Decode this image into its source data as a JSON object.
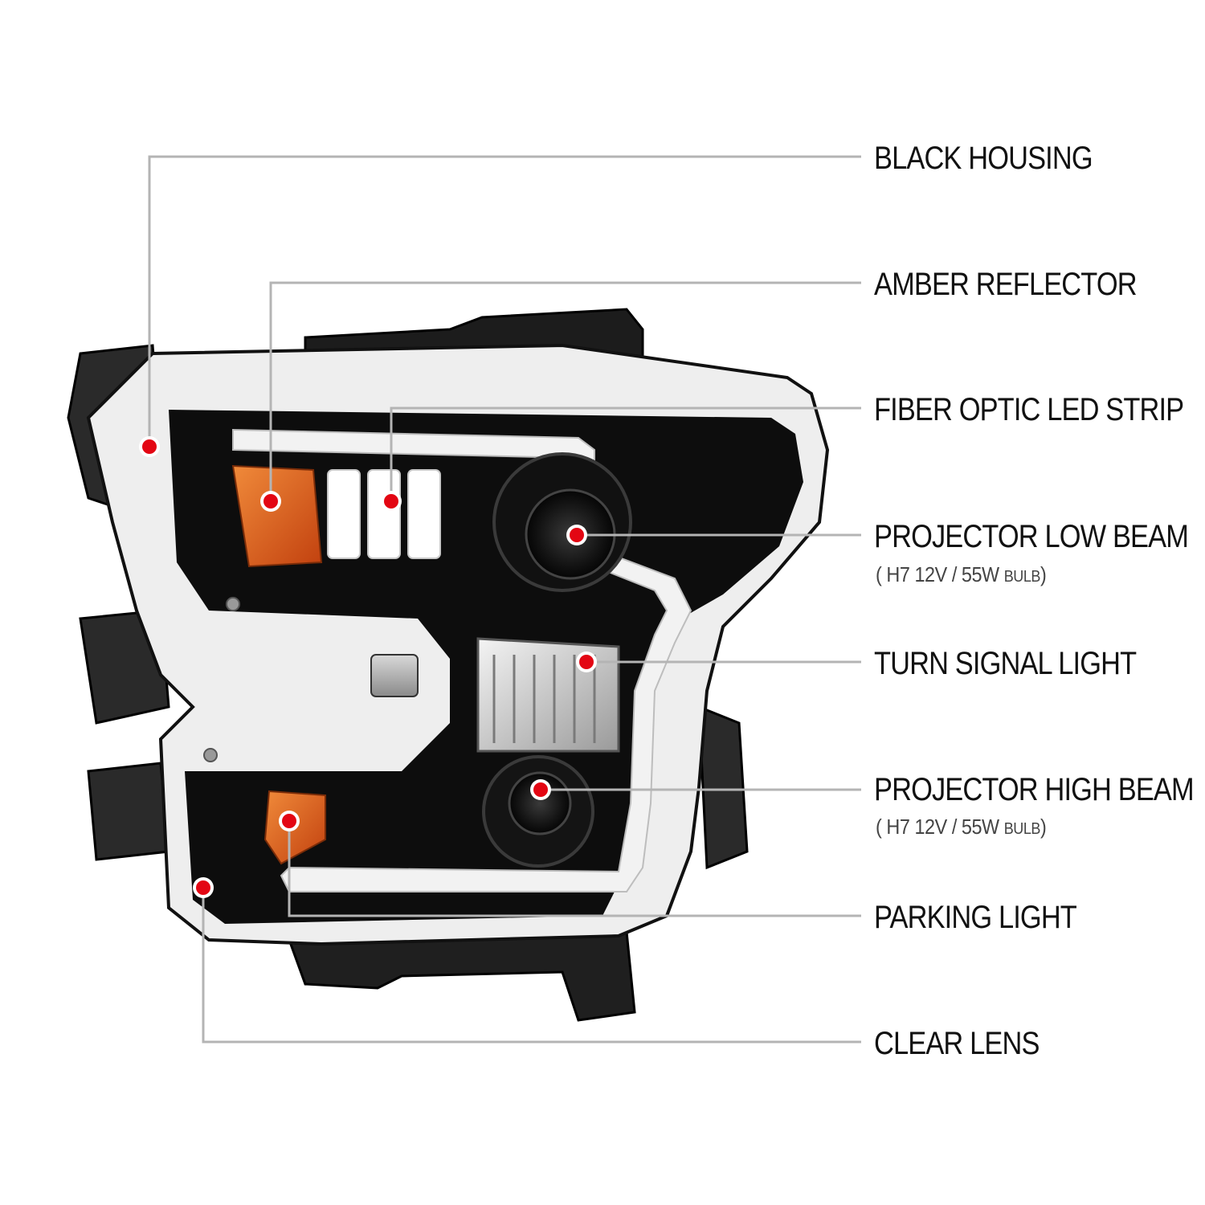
{
  "callouts": [
    {
      "label": "BLACK HOUSING"
    },
    {
      "label": "AMBER REFLECTOR"
    },
    {
      "label": "FIBER OPTIC LED STRIP"
    },
    {
      "label": "PROJECTOR LOW BEAM",
      "sub": {
        "open": "(",
        "spec": "H7  12V / 55W",
        "unit": "BULB",
        "close": ")"
      }
    },
    {
      "label": "TURN SIGNAL LIGHT"
    },
    {
      "label": "PROJECTOR HIGH BEAM",
      "sub": {
        "open": "(",
        "spec": "H7  12V / 55W",
        "unit": "BULB",
        "close": ")"
      }
    },
    {
      "label": "PARKING LIGHT"
    },
    {
      "label": "CLEAR LENS"
    }
  ],
  "colors": {
    "leader_line": "#b4b4b4",
    "marker": "#e30613",
    "housing": "#0d0d0d",
    "amber": "#d9591c",
    "led": "#f2f2f2"
  }
}
